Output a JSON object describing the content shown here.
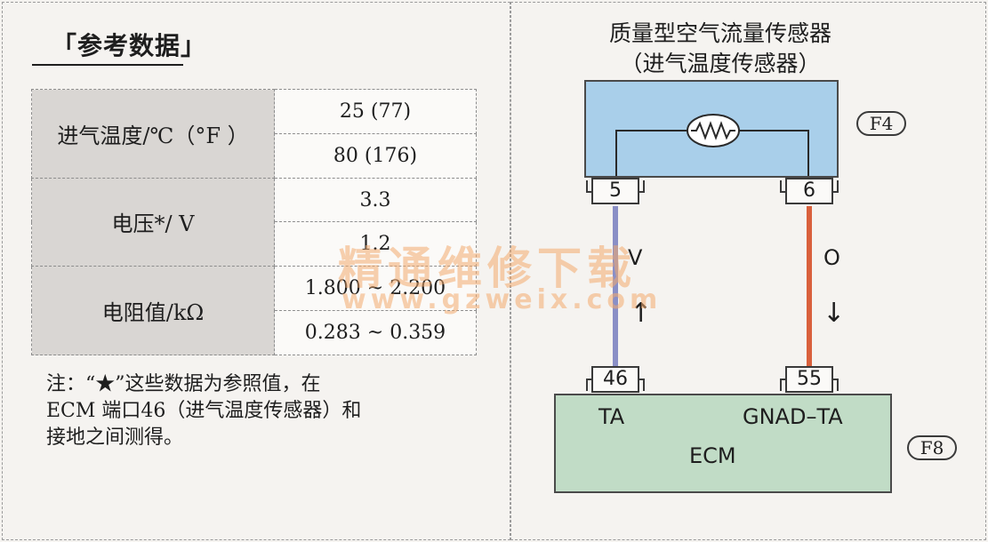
{
  "reference": {
    "title": "「参考数据」",
    "rows": [
      {
        "param": "进气温度/℃（°F ）",
        "values": [
          "25 (77)",
          "80 (176)"
        ]
      },
      {
        "param": "电压*/ V",
        "values": [
          "3.3",
          "1.2"
        ]
      },
      {
        "param": "电阻值/kΩ",
        "values": [
          "1.800 ~ 2.200",
          "0.283 ~ 0.359"
        ]
      }
    ],
    "note": [
      "注：“★”这些数据为参照值，在",
      "ECM 端口46（进气温度传感器）和",
      "接地之间测得。"
    ]
  },
  "diagram": {
    "title_line1": "质量型空气流量传感器",
    "title_line2": "（进气温度传感器）",
    "sensor_connector": "F4",
    "ecm_connector": "F8",
    "sensor_pin_left": "5",
    "sensor_pin_right": "6",
    "ecm_pin_left": "46",
    "ecm_pin_right": "55",
    "wire_left_color_label": "V",
    "wire_right_color_label": "O",
    "ecm_label": "ECM",
    "ecm_terminal_left": "TA",
    "ecm_terminal_right": "GNAD–TA",
    "colors": {
      "sensor_fill": "#a9cfea",
      "ecm_fill": "#c1dcc6",
      "wire_left": "#8a8fc6",
      "wire_right": "#d9603c"
    }
  },
  "watermark": {
    "text": "精通维修下载",
    "url": "www.gzweix.com"
  }
}
